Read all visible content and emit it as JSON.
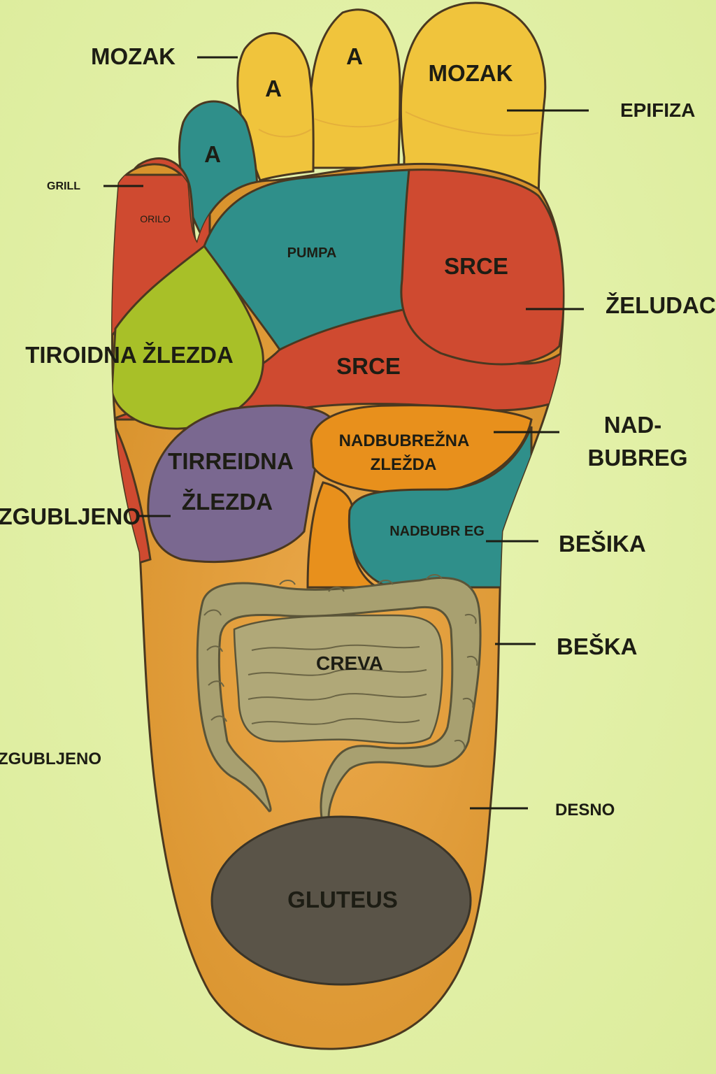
{
  "colors": {
    "background": "#e2f0a6",
    "foot_skin": "#e2a040",
    "toe_yellow": "#f0c43c",
    "teal": "#2f8f8a",
    "red": "#cf4a30",
    "lime": "#a8c028",
    "purple": "#7a6890",
    "orange": "#e8901c",
    "intestine": "#a8a070",
    "gluteus": "#5a5448"
  },
  "toes": {
    "big_toe_label": "MOZAK",
    "toe_2_label": "A",
    "toe_3_label": "A",
    "toe_4_label": "A",
    "little_toe_label": "ORILO"
  },
  "zones": {
    "pumpa": "PUMPA",
    "srce_upper": "SRCE",
    "srce_middle": "SRCE",
    "tiroidna_left": "TIROIDNA ŽLEZDA",
    "tirreidna_line1": "TIRREIDNA",
    "tirreidna_line2": "ŽLEZDA",
    "nadbubrezna_line1": "NADBUBREŽNA",
    "nadbubrezna_line2": "ZLEŽDA",
    "nadbubr_eg": "NADBUBR EG",
    "creva": "CREVA",
    "gluteus": "GLUTEUS"
  },
  "callouts": {
    "mozak": "MOZAK",
    "grill": "GRILL",
    "epifiza": "EPIFIZA",
    "zeludac": "ŽELUDAC",
    "nad": "NAD-",
    "bubreg": "BUBREG",
    "zgubljeno": "IZGUBLJENO",
    "besika": "BEŠIKA",
    "beska": "BEŠKA",
    "gubljeno": "IZGUBLJENO",
    "desno": "DESNO"
  }
}
